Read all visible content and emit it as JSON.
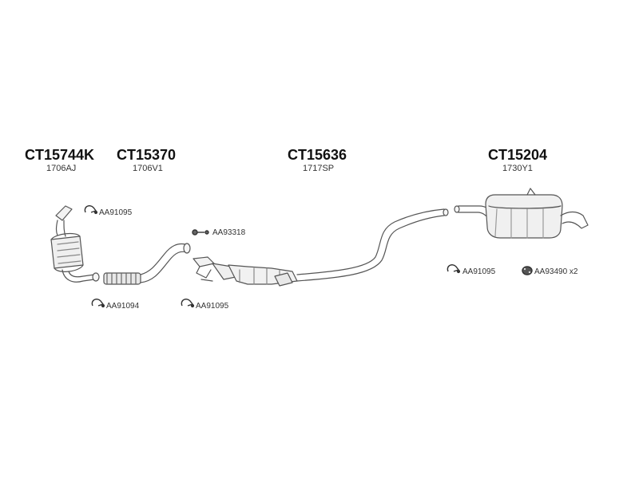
{
  "parts": [
    {
      "code": "CT15744K",
      "ref": "1706AJ"
    },
    {
      "code": "CT15370",
      "ref": "1706V1"
    },
    {
      "code": "CT15636",
      "ref": "1717SP"
    },
    {
      "code": "CT15204",
      "ref": "1730Y1"
    }
  ],
  "accessories": [
    {
      "label": "AA91095",
      "icon": "clamp-icon"
    },
    {
      "label": "AA93318",
      "icon": "bolt-icon"
    },
    {
      "label": "AA91094",
      "icon": "clamp-icon"
    },
    {
      "label": "AA91095",
      "icon": "clamp-icon"
    },
    {
      "label": "AA91095",
      "icon": "clamp-icon"
    },
    {
      "label": "AA93490 x2",
      "icon": "rubber-mount-icon"
    }
  ]
}
